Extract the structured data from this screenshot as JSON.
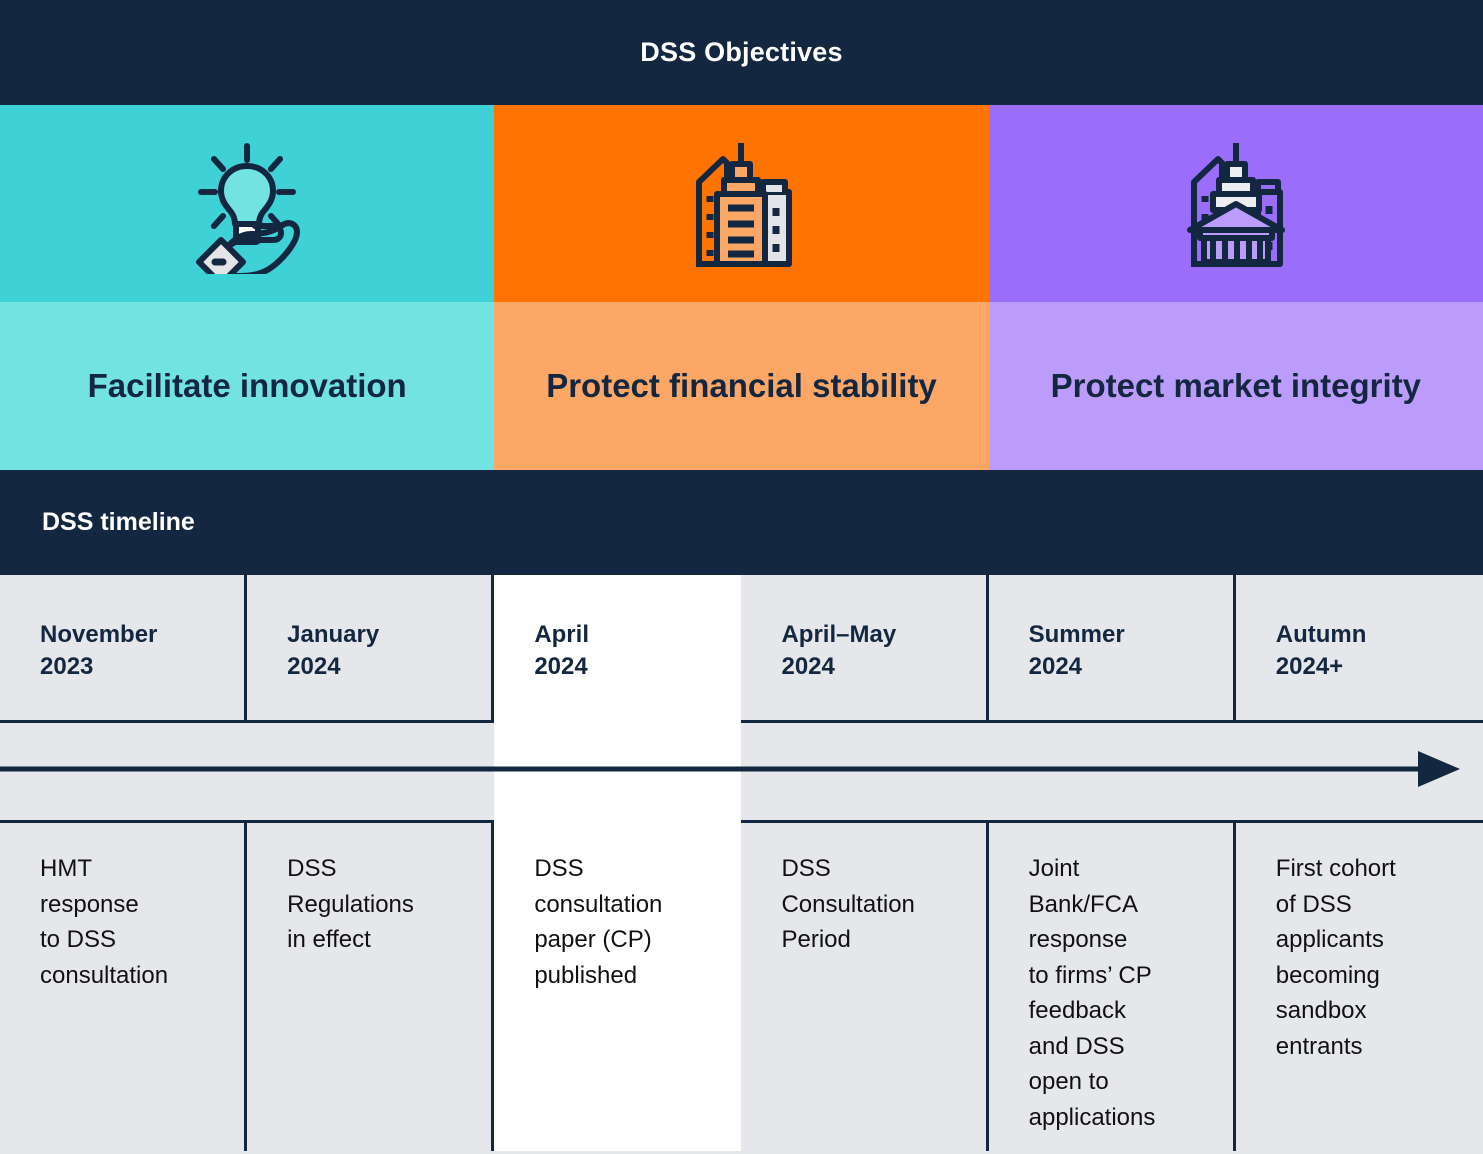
{
  "header": {
    "title": "DSS Objectives"
  },
  "objectives": {
    "colors": {
      "navy": "#142741",
      "teal_dark": "#3ed2d6",
      "teal_light": "#72e3e1",
      "orange_dark": "#ff7300",
      "orange_light": "#fda766",
      "purple_dark": "#9a6dfa",
      "purple_light": "#bb9cfb"
    },
    "items": [
      {
        "label": "Facilitate innovation",
        "icon": "hand-holding-lightbulb-icon"
      },
      {
        "label": "Protect financial\nstability",
        "icon": "city-buildings-icon"
      },
      {
        "label": "Protect market\nintegrity",
        "icon": "bank-columns-building-icon"
      }
    ]
  },
  "timeline": {
    "section_title": "DSS timeline",
    "arrow": "timeline-arrow-right",
    "columns": [
      {
        "date": "November\n2023",
        "body": "HMT\nresponse\nto DSS\nconsultation",
        "highlighted": false
      },
      {
        "date": "January\n2024",
        "body": "DSS\nRegulations\nin effect",
        "highlighted": false
      },
      {
        "date": "April\n2024",
        "body": "DSS\nconsultation\npaper (CP)\npublished",
        "highlighted": true
      },
      {
        "date": "April–May\n2024",
        "body": "DSS\nConsultation\nPeriod",
        "highlighted": false
      },
      {
        "date": "Summer\n2024",
        "body": "Joint\nBank/FCA\nresponse\nto firms’ CP\nfeedback\nand DSS\nopen to\napplications",
        "highlighted": false
      },
      {
        "date": "Autumn\n2024+",
        "body": "First cohort\nof DSS\napplicants\nbecoming\nsandbox\nentrants",
        "highlighted": false
      }
    ]
  }
}
